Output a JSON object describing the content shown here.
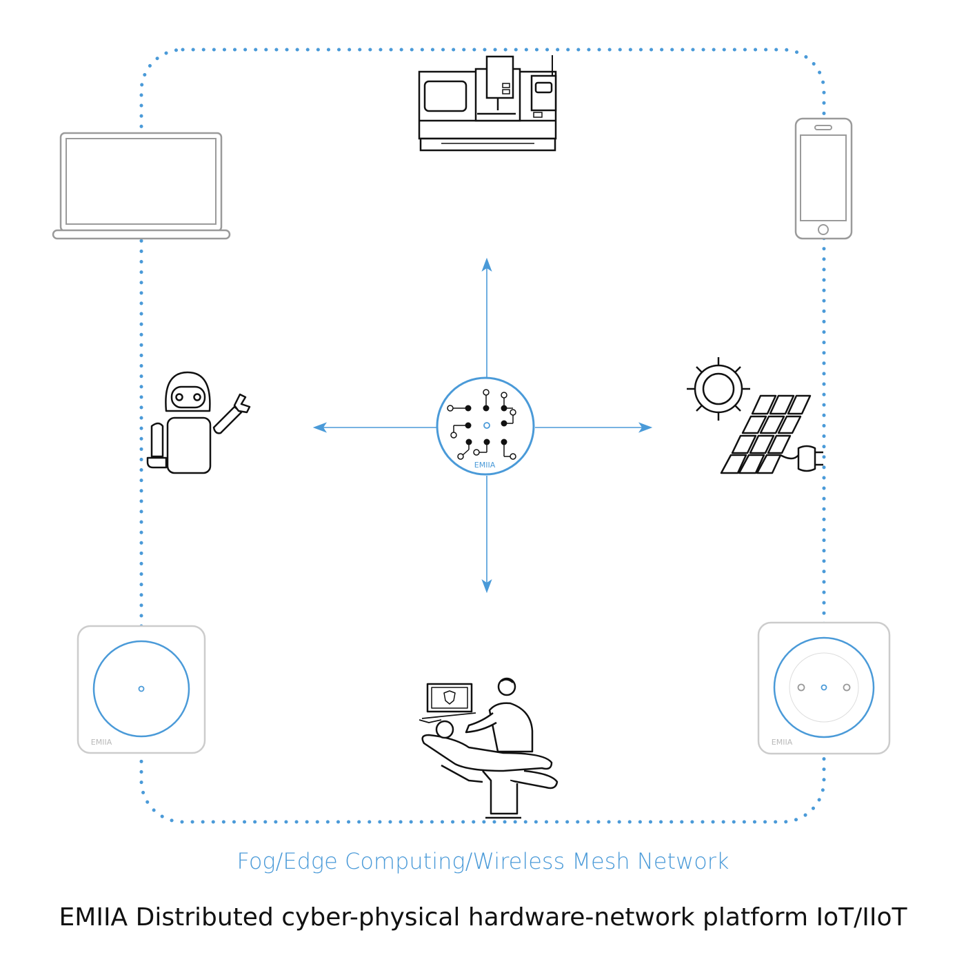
{
  "colors": {
    "accent": "#4a9ad8",
    "ink": "#111111",
    "device_outline": "#c8c8c8"
  },
  "hub": {
    "label": "EMIIA",
    "icon": "circuit-hub-icon"
  },
  "devices": [
    {
      "name": "laptop",
      "icon": "laptop-icon"
    },
    {
      "name": "cnc-machine",
      "icon": "cnc-machine-icon"
    },
    {
      "name": "smartphone",
      "icon": "smartphone-icon"
    },
    {
      "name": "robot",
      "icon": "robot-icon"
    },
    {
      "name": "solar-power",
      "icon": "solar-panel-icon"
    },
    {
      "name": "mesh-node-left",
      "icon": "mesh-node-icon",
      "label": "EMIIA"
    },
    {
      "name": "medical-care",
      "icon": "dentist-chair-icon"
    },
    {
      "name": "mesh-node-right",
      "icon": "smart-socket-icon",
      "label": "EMIIA"
    }
  ],
  "captions": {
    "network": "Fog/Edge Computing/Wireless Mesh Network",
    "platform": "EMIIA Distributed cyber-physical hardware-network platform IoT/IIoT"
  }
}
